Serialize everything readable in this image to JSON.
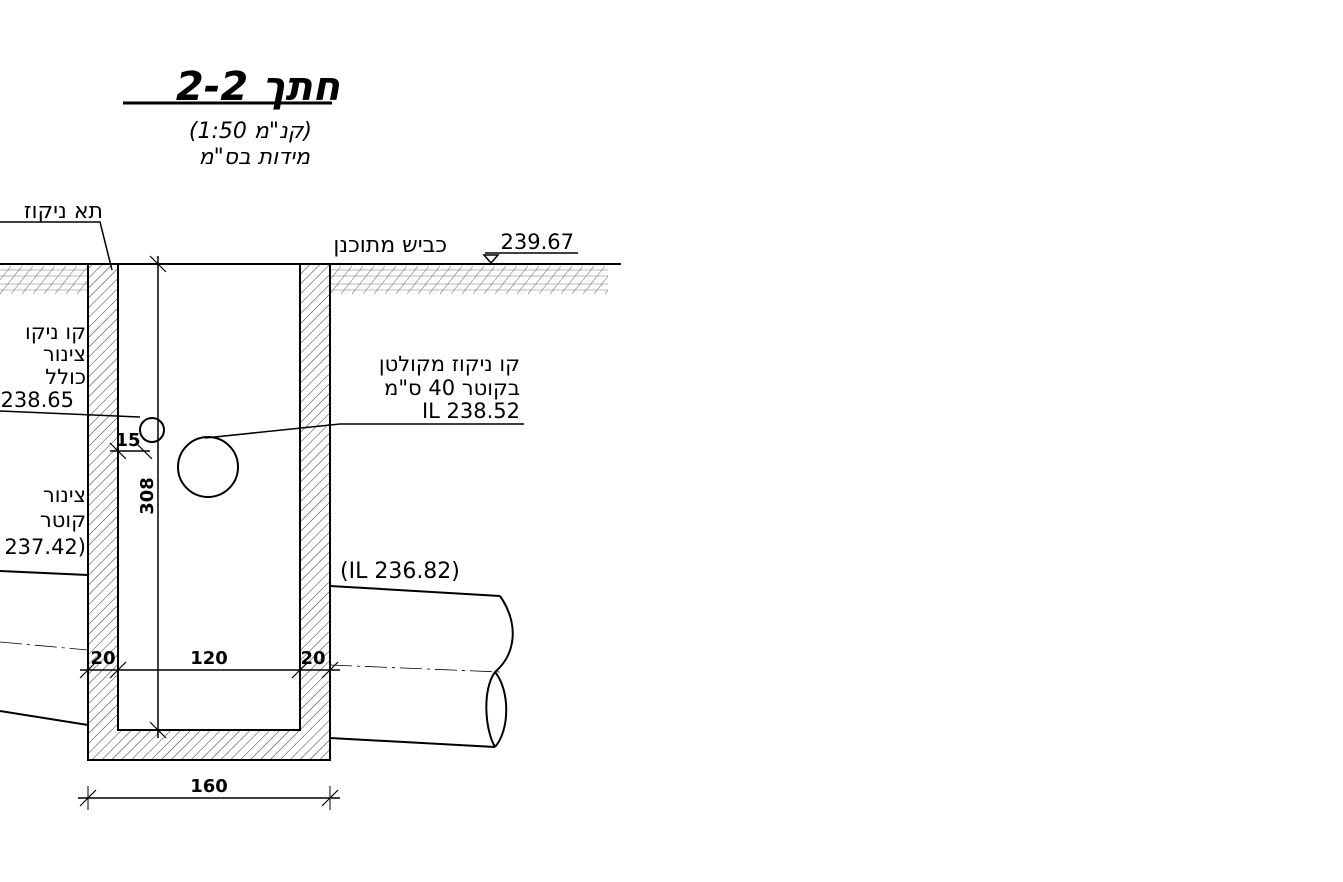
{
  "title": "חתך 2-2",
  "scale_note": "(קנ\"מ 1:50)",
  "units_note": "מידות בס\"מ",
  "labels": {
    "cleanout_chamber": "תא ניקוז",
    "planned_road": "כביש מתוכנן",
    "road_elevation": "239.67",
    "left_top_line1": "קו ניקו",
    "left_top_line2": "צינור",
    "left_top_line3": "כולל",
    "left_top_level": "238.65",
    "left_mid_line1": "צינור",
    "left_mid_line2": "קוטר",
    "left_mid_level": "237.42)",
    "right_pipe_line1": "קו ניקוז מקולטן",
    "right_pipe_line2": "בקוטר 40 ס\"מ",
    "right_pipe_level": "IL  238.52",
    "outlet_level": "(IL  236.82)"
  },
  "dimensions": {
    "offset_15": "15",
    "depth_308": "308",
    "wall_left": "20",
    "inner_width": "120",
    "wall_right": "20",
    "outer_width": "160"
  }
}
